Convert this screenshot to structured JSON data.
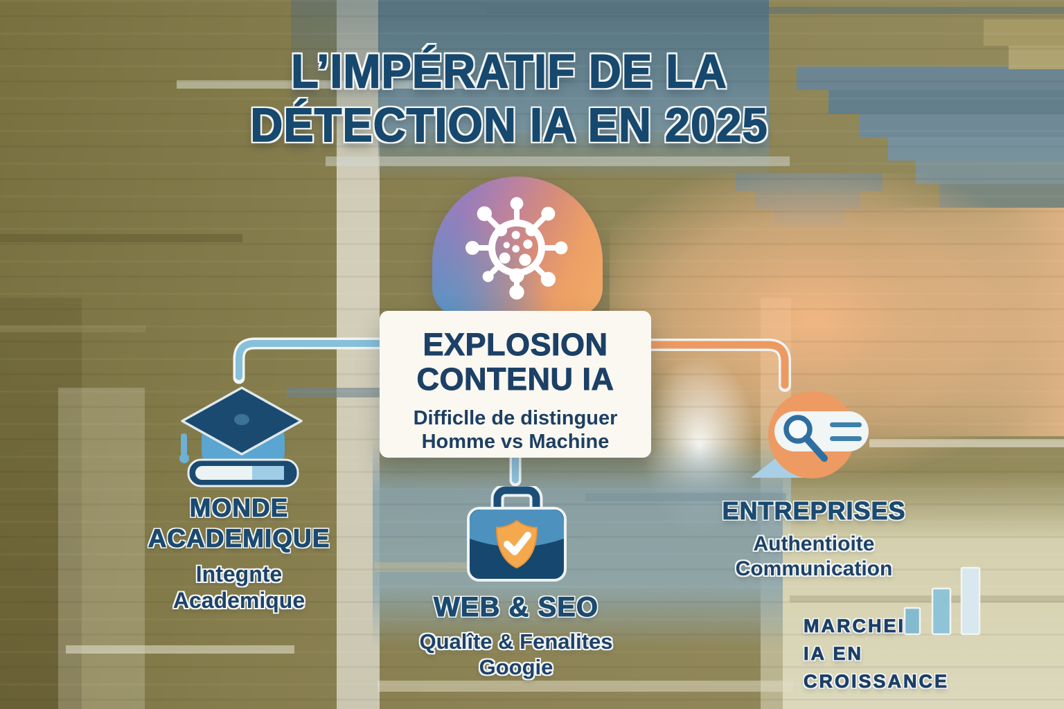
{
  "title": {
    "line1": "L’IMPÉRATIF DE LA",
    "line2": "DÉTECTION IA EN 2025"
  },
  "hub": {
    "icon": "ai-virus-network-icon",
    "heading_line1": "EXPLOSION",
    "heading_line2": "CONTENU IA",
    "subtitle_line1": "Difficlle de distinguer",
    "subtitle_line2": "Homme vs Machine"
  },
  "branches": {
    "academic": {
      "icon": "graduation-cap-book-icon",
      "title_line1": "MONDE",
      "title_line2": "ACADEMIQUE",
      "subtitle_line1": "Integnte",
      "subtitle_line2": "Academique"
    },
    "web_seo": {
      "icon": "briefcase-shield-check-icon",
      "title": "WEB & SEO",
      "subtitle_line1": "Qualîte & Fenalites",
      "subtitle_line2": "Googie"
    },
    "enterprises": {
      "icon": "search-magnifier-icon",
      "title": "ENTREPRISES",
      "subtitle_line1": "Authentioite",
      "subtitle_line2": "Communication"
    },
    "market": {
      "icon": "growth-bar-chart-icon",
      "label_line1": "MARCHEI",
      "label_line2": "IA EN CROISSANCE"
    }
  },
  "colors": {
    "title_text": "#17486e",
    "body_text": "#1c4066",
    "card_background": "#faf8f1",
    "connector_blue": "#86c0da",
    "connector_orange": "#ec9a61",
    "hub_gradient_start": "#7f86c5",
    "hub_gradient_end": "#f1aa67",
    "shield_orange": "#f4a94f",
    "search_circle_orange": "#ee9a63",
    "briefcase_blue_light": "#4d92be",
    "briefcase_blue_dark": "#16486f",
    "cap_blue_dark": "#1b4a70",
    "cap_blue_light": "#5aa5d1",
    "bar_chart_blues": [
      "#84bacd",
      "#8fc4d6",
      "#d7e8ee"
    ]
  }
}
